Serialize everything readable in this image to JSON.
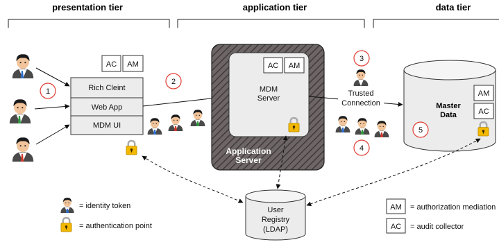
{
  "tiers": {
    "presentation": "presentation tier",
    "application": "application tier",
    "data": "data tier"
  },
  "client_box": {
    "ac": "AC",
    "am": "AM",
    "rows": [
      "Rich Cleint",
      "Web App",
      "MDM UI"
    ]
  },
  "app_server": {
    "ac": "AC",
    "am": "AM",
    "mdm_line1": "MDM",
    "mdm_line2": "Server",
    "label_line1": "Application",
    "label_line2": "Server"
  },
  "trusted_connection": {
    "line1": "Trusted",
    "line2": "Connection"
  },
  "master_data": {
    "line1": "Master",
    "line2": "Data",
    "am": "AM",
    "ac": "AC"
  },
  "registry": {
    "line1": "User",
    "line2": "Registry",
    "line3": "(LDAP)"
  },
  "steps": [
    "1",
    "2",
    "3",
    "4",
    "5"
  ],
  "legend": {
    "identity_token": "= identity token",
    "authentication_point": "= authentication point",
    "am_box": "AM",
    "am_text": "= authorization mediation",
    "ac_box": "AC",
    "ac_text": "= audit collector"
  },
  "colors": {
    "step_circle": "#e03c31",
    "lock_body": "#f3b800",
    "tie_blue": "#2f6fd0",
    "tie_green": "#2e9e3f",
    "tie_red": "#d23a2a",
    "server_hatch": "#555555"
  }
}
